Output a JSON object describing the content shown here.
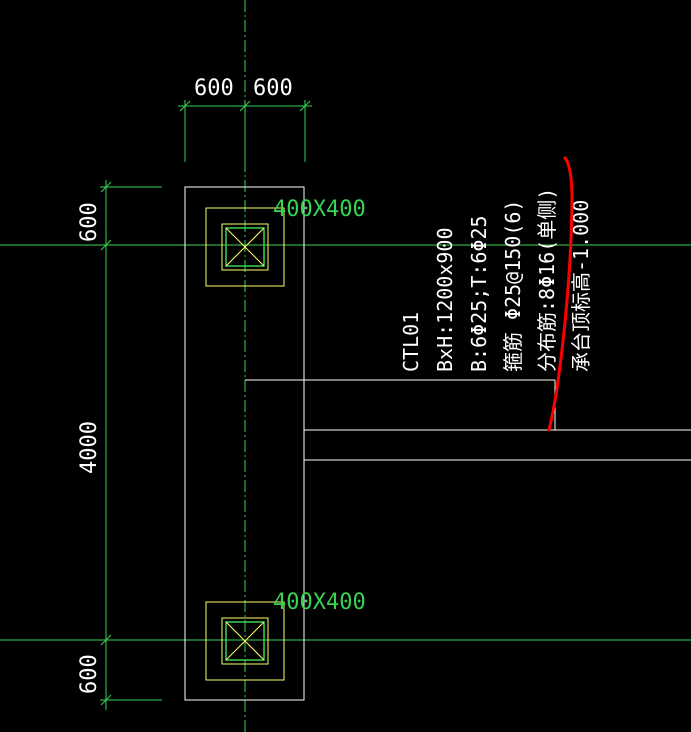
{
  "dimensions": {
    "top_left": "600",
    "top_right": "600",
    "left_top": "600",
    "left_middle": "4000",
    "left_bottom": "600"
  },
  "columns": [
    {
      "label": "400X400"
    },
    {
      "label": "400X400"
    }
  ],
  "beam_note": {
    "lines": [
      "CTL01",
      "BxH:1200x900",
      "B:6Φ25;T:6Φ25",
      "箍筋 Φ25@150(6)",
      "分布筋:8Φ16(单侧)",
      "承台顶标高-1.000"
    ]
  },
  "colors": {
    "background": "#000000",
    "outline": "#ffffff",
    "axis": "#39d353",
    "column": "#ffff66",
    "annotation_mark": "#ff0000"
  }
}
